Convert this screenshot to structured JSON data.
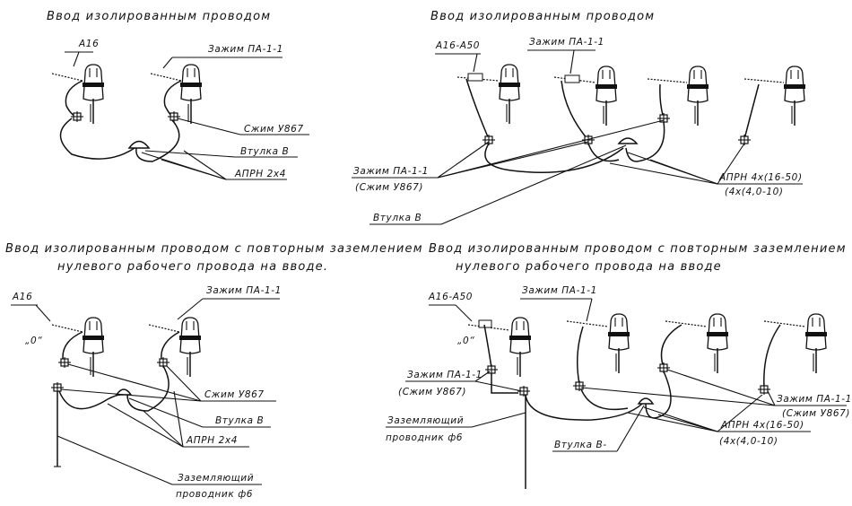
{
  "diagrams": [
    {
      "title": [
        "Ввод изолированным проводом"
      ],
      "labels": {
        "wire": "А16",
        "clamp": "Зажим ПА-1-1",
        "crimp": "Сжим У867",
        "bushing": "Втулка В",
        "cable": "АПРН 2х4"
      }
    },
    {
      "title": [
        "Ввод изолированным проводом"
      ],
      "labels": {
        "wire": "А16-А50",
        "clamp": "Зажим ПА-1-1",
        "clamp_left": "Зажим ПА-1-1",
        "crimp_left": "(Сжим У867)",
        "cable": "АПРН 4х(16-50)",
        "cable_alt": "(4х(4,0-10)",
        "bushing": "Втулка В"
      }
    },
    {
      "title": [
        "Ввод изолированным проводом с повторным заземлением",
        "нулевого рабочего провода на вводе."
      ],
      "labels": {
        "wire": "А16",
        "zero": "„0“",
        "clamp": "Зажим ПА-1-1",
        "crimp": "Сжим У867",
        "bushing": "Втулка В",
        "cable": "АПРН 2х4",
        "ground": [
          "Заземляющий",
          "проводник ф6"
        ]
      }
    },
    {
      "title": [
        "Ввод изолированным проводом с повторным заземлением",
        "нулевого рабочего провода на вводе"
      ],
      "labels": {
        "wire": "А16-А50",
        "zero": "„0“",
        "clamp": "Зажим ПА-1-1",
        "clamp_left": "Зажим ПА-1-1",
        "crimp_left": "(Сжим У867)",
        "ground": [
          "Заземляющий",
          "проводник ф6"
        ],
        "bushing": "Втулка В-",
        "cable": "АПРН 4х(16-50)",
        "cable_alt": "(4х(4,0-10)",
        "clamp_right": "Зажим ПА-1-1",
        "crimp_right": "(Сжим У867)"
      }
    }
  ]
}
